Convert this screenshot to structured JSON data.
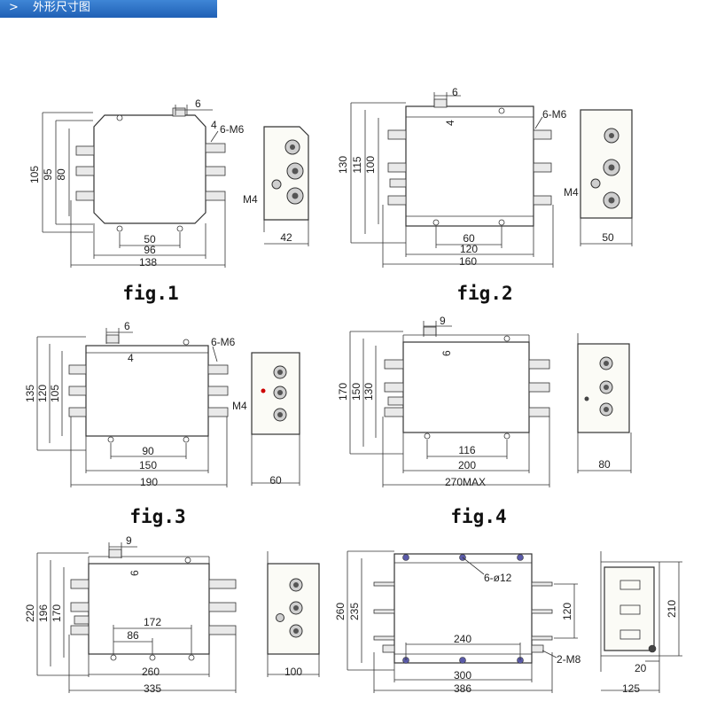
{
  "header": {
    "arrow": ">",
    "title": "外形尺寸图"
  },
  "figures": [
    {
      "label": "fig.1",
      "dims": {
        "h1": "105",
        "h2": "95",
        "h3": "80",
        "gap": "6",
        "g2": "4",
        "bolt": "6-M6",
        "ground": "M4",
        "w1": "50",
        "w2": "96",
        "w3": "138",
        "depth": "42"
      }
    },
    {
      "label": "fig.2",
      "dims": {
        "h1": "130",
        "h2": "115",
        "h3": "100",
        "gap": "6",
        "g2": "4",
        "bolt": "6-M6",
        "ground": "M4",
        "w1": "60",
        "w2": "120",
        "w3": "160",
        "depth": "50"
      }
    },
    {
      "label": "fig.3",
      "dims": {
        "h1": "135",
        "h2": "120",
        "h3": "105",
        "gap": "6",
        "g2": "4",
        "bolt": "6-M6",
        "ground": "M4",
        "w1": "90",
        "w2": "150",
        "w3": "190",
        "depth": "60"
      }
    },
    {
      "label": "fig.4",
      "dims": {
        "h1": "170",
        "h2": "150",
        "h3": "130",
        "gap": "9",
        "g2": "6",
        "w1": "116",
        "w2": "200",
        "w3": "270MAX",
        "depth": "80"
      }
    },
    {
      "dims": {
        "h1": "220",
        "h2": "196",
        "h3": "170",
        "gap": "9",
        "g2": "6",
        "w0": "172",
        "w1": "86",
        "w2": "260",
        "w3": "335",
        "depth": "100"
      }
    },
    {
      "dims": {
        "h1": "260",
        "h2": "235",
        "holes": "6-ø12",
        "inner": "120",
        "w1": "240",
        "w2": "300",
        "w3": "386",
        "bolt": "2-M8",
        "sh": "210",
        "sd1": "20",
        "sd2": "125"
      }
    }
  ]
}
